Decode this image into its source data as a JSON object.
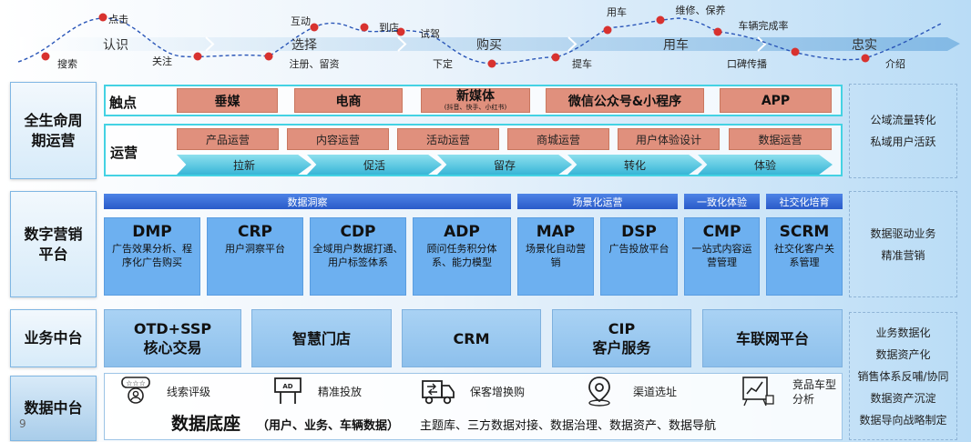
{
  "journey": {
    "stages": [
      "认识",
      "选择",
      "购买",
      "用车",
      "忠实"
    ],
    "touchpoints": [
      {
        "label": "搜索"
      },
      {
        "label": "点击"
      },
      {
        "label": "关注"
      },
      {
        "label": "注册、留资"
      },
      {
        "label": "互动"
      },
      {
        "label": "到店"
      },
      {
        "label": "试驾"
      },
      {
        "label": "下定"
      },
      {
        "label": "提车"
      },
      {
        "label": "用车"
      },
      {
        "label": "维修、保养"
      },
      {
        "label": "车辆完成率"
      },
      {
        "label": "口碑传播"
      },
      {
        "label": "介绍"
      }
    ]
  },
  "rows": {
    "lifecycle": {
      "title": "全生命周期运营",
      "touch_label": "触点",
      "touch_items": [
        {
          "label": "垂媒",
          "sub": ""
        },
        {
          "label": "电商",
          "sub": ""
        },
        {
          "label": "新媒体",
          "sub": "(抖音、快手、小红书)"
        },
        {
          "label": "微信公众号&小程序",
          "sub": ""
        },
        {
          "label": "APP",
          "sub": ""
        }
      ],
      "ops_label": "运营",
      "ops_items": [
        "产品运营",
        "内容运营",
        "活动运营",
        "商城运营",
        "用户体验设计",
        "数据运营"
      ],
      "stages": [
        "拉新",
        "促活",
        "留存",
        "转化",
        "体验"
      ],
      "side_lines": [
        "公域流量转化",
        "私域用户活跃"
      ]
    },
    "digital": {
      "title": "数字营销平台",
      "categories": [
        "数据洞察",
        "场景化运营",
        "一致化体验",
        "社交化培育"
      ],
      "platforms": [
        {
          "name": "DMP",
          "desc": "广告效果分析、程序化广告购买"
        },
        {
          "name": "CRP",
          "desc": "用户洞察平台"
        },
        {
          "name": "CDP",
          "desc": "全域用户数据打通、用户标签体系"
        },
        {
          "name": "ADP",
          "desc": "顾问任务积分体系、能力模型"
        },
        {
          "name": "MAP",
          "desc": "场景化自动营销"
        },
        {
          "name": "DSP",
          "desc": "广告投放平台"
        },
        {
          "name": "CMP",
          "desc": "一站式内容运营管理"
        },
        {
          "name": "SCRM",
          "desc": "社交化客户关系管理"
        }
      ],
      "side_lines": [
        "数据驱动业务",
        "精准营销"
      ]
    },
    "business": {
      "title": "业务中台",
      "items": [
        "OTD+SSP\n核心交易",
        "智慧门店",
        "CRM",
        "CIP\n客户服务",
        "车联网平台"
      ]
    },
    "data": {
      "title": "数据中台",
      "features": [
        {
          "label": "线索评级",
          "icon": "lead-rating-icon"
        },
        {
          "label": "精准投放",
          "icon": "billboard-icon"
        },
        {
          "label": "保客增换购",
          "icon": "truck-icon"
        },
        {
          "label": "渠道选址",
          "icon": "location-pin-icon"
        },
        {
          "label": "竞品车型分析",
          "icon": "chart-board-icon"
        }
      ],
      "foundation_title": "数据底座",
      "foundation_sub": "（用户、业务、车辆数据）",
      "foundation_desc": "主题库、三方数据对接、数据治理、数据资产、数据导航",
      "page_number": "9"
    },
    "lower_side_lines": [
      "业务数据化",
      "数据资产化",
      "销售体系反哺/协同",
      "数据资产沉淀",
      "数据导向战略制定"
    ]
  },
  "colors": {
    "touch_box": "#e0907d",
    "cyan_border": "#44d2e3",
    "category_bar": "#2a5bc9",
    "platform": "#6db0f0",
    "middle_box": "#a9d2f4",
    "journey_dot": "#d8322f"
  }
}
